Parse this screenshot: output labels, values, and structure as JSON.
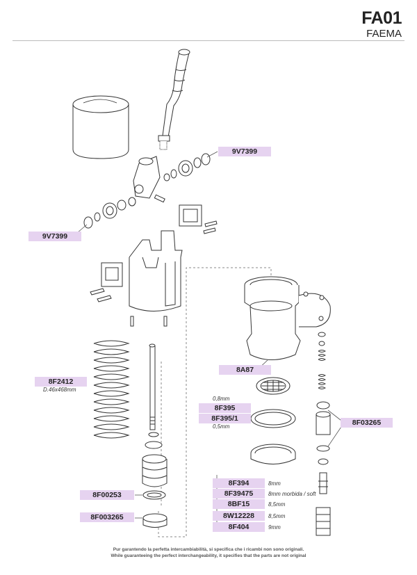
{
  "header": {
    "code": "FA01",
    "brand": "FAEMA"
  },
  "labels": {
    "l1": "9V7399",
    "l2": "9V7399",
    "l3": "8A87",
    "l4": "8F2412",
    "l5": "8F395",
    "l6": "8F395/1",
    "l7": "8F03265",
    "l8": "8F394",
    "l9": "8F39475",
    "l10": "8BF15",
    "l11": "8W12228",
    "l12": "8F404",
    "l13": "8F00253",
    "l14": "8F003265"
  },
  "notes": {
    "n1": "D.46x468mm",
    "n2": "0,8mm",
    "n3": "0,5mm",
    "n4": "8mm",
    "n5": "8mm morbida / soft",
    "n6": "8,5mm",
    "n7": "8,5mm",
    "n8": "9mm"
  },
  "footer": {
    "it": "Pur garantendo la perfetta intercambiabilità, si specifica che i ricambi non sono originali.",
    "en": "While guaranteeing the perfect interchangeability, it specifies that the parts are not original"
  }
}
